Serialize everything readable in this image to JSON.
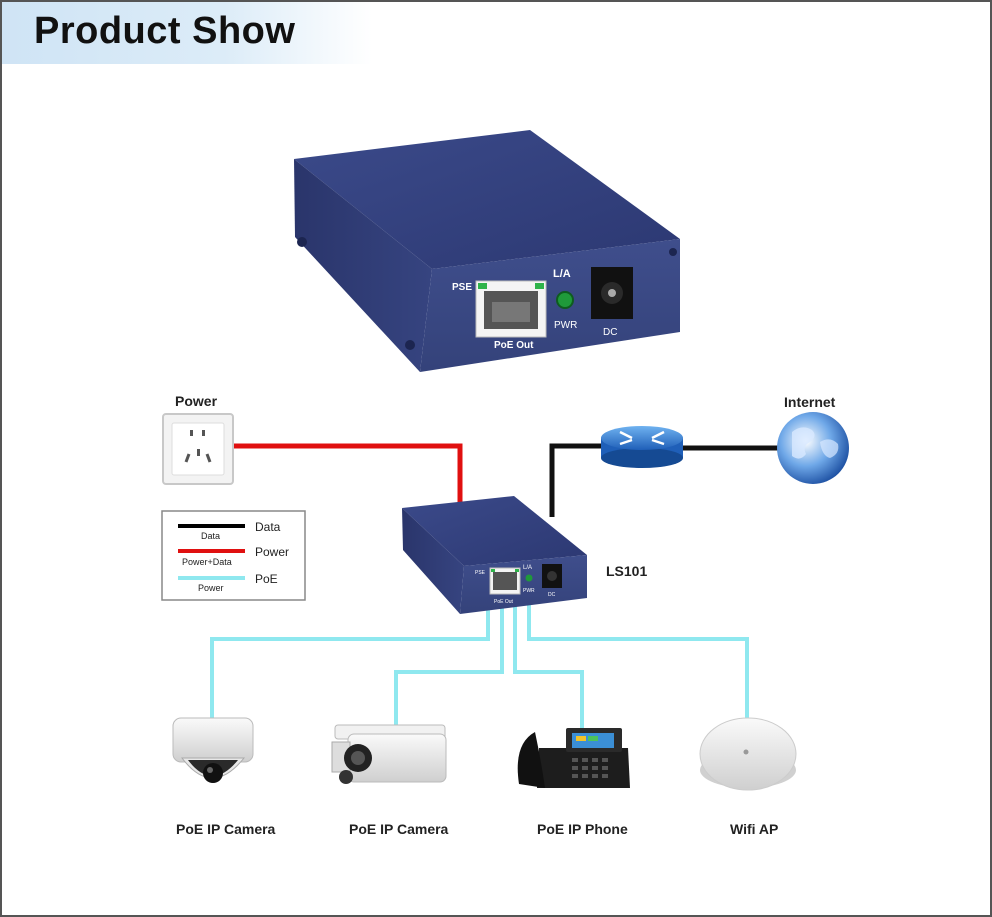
{
  "header": {
    "title": "Product Show"
  },
  "hero_device": {
    "port_left_label": "PSE",
    "port_right_label": "L/A",
    "port_label": "PoE Out",
    "led_label": "PWR",
    "jack_label": "DC",
    "body_color": "#3c4a86"
  },
  "topology": {
    "power_source_label": "Power",
    "internet_label": "Internet",
    "device_label": "LS101",
    "small_device": {
      "port_left_label": "PSE",
      "port_right_label": "L/A",
      "port_label": "PoE Out",
      "led_label": "PWR",
      "jack_label": "DC"
    },
    "endpoints": [
      {
        "label": "PoE IP Camera",
        "icon": "dome-camera-icon"
      },
      {
        "label": "PoE IP Camera",
        "icon": "bullet-camera-icon"
      },
      {
        "label": "PoE IP Phone",
        "icon": "ip-phone-icon"
      },
      {
        "label": "Wifi AP",
        "icon": "wifi-ap-icon"
      }
    ]
  },
  "legend": {
    "items": [
      {
        "label": "Data",
        "sublabel": "Data",
        "color": "#000000"
      },
      {
        "label": "Power",
        "sublabel": "Power+Data",
        "color": "#e01010"
      },
      {
        "label": "PoE",
        "sublabel": "Power",
        "color": "#8fe8ef"
      }
    ]
  },
  "colors": {
    "data_line": "#111111",
    "power_line": "#e01010",
    "poe_line": "#8fe8ef"
  }
}
